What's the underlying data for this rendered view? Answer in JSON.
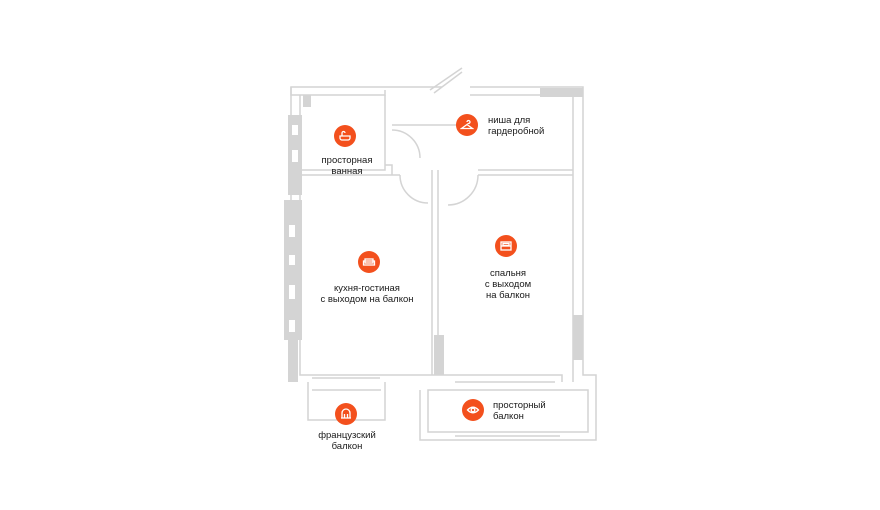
{
  "accent_color": "#f3501d",
  "wall_color": "#d4d4d4",
  "rooms": {
    "bathroom": {
      "line1": "просторная",
      "line2": "ванная",
      "icon": "bathtub-icon"
    },
    "wardrobe": {
      "line1": "ниша для",
      "line2": "гардеробной",
      "icon": "hanger-icon"
    },
    "kitchen": {
      "line1": "кухня-гостиная",
      "line2": "с выходом на балкон",
      "icon": "sofa-icon"
    },
    "bedroom": {
      "line1": "спальня",
      "line2": "с выходом",
      "line3": "на балкон",
      "icon": "bed-icon"
    },
    "french_balcony": {
      "line1": "французский",
      "line2": "балкон",
      "icon": "railing-icon"
    },
    "balcony": {
      "line1": "просторный",
      "line2": "балкон",
      "icon": "eye-icon"
    }
  }
}
